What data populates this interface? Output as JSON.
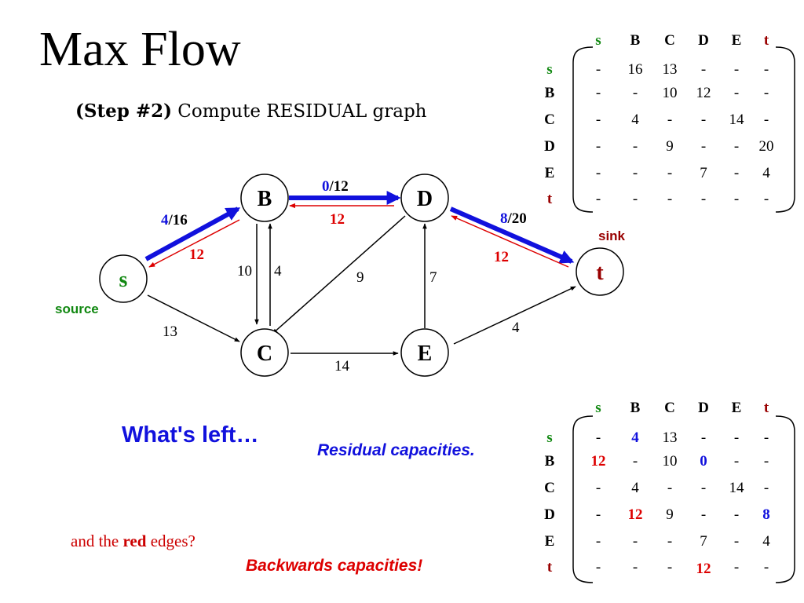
{
  "title": "Max Flow",
  "step": {
    "bold": "(Step #2)",
    "text": " Compute RESIDUAL graph"
  },
  "graph": {
    "nodes": {
      "s": "s",
      "B": "B",
      "C": "C",
      "D": "D",
      "E": "E",
      "t": "t"
    },
    "source_label": "source",
    "sink_label": "sink",
    "edge_labels": {
      "sB_flow": "4",
      "sB_cap": "/16",
      "sB_back": "12",
      "BD_flow": "0",
      "BD_cap": "/12",
      "BD_back": "12",
      "Dt_flow": "8",
      "Dt_cap": "/20",
      "Dt_back": "12",
      "BC": "10",
      "CB": "4",
      "DC": "9",
      "ED": "7",
      "sC": "13",
      "CE": "14",
      "Et": "4"
    }
  },
  "whats_left": "What's left…",
  "residual_caption": "Residual capacities.",
  "red_question": {
    "pre": "and the ",
    "bold": "red",
    "post": " edges?"
  },
  "backwards_caption": "Backwards capacities!",
  "matrix_top": {
    "headers": [
      "s",
      "B",
      "C",
      "D",
      "E",
      "t"
    ],
    "rows": [
      {
        "label": "s",
        "cells": [
          "-",
          "16",
          "13",
          "-",
          "-",
          "-"
        ]
      },
      {
        "label": "B",
        "cells": [
          "-",
          "-",
          "10",
          "12",
          "-",
          "-"
        ]
      },
      {
        "label": "C",
        "cells": [
          "-",
          "4",
          "-",
          "-",
          "14",
          "-"
        ]
      },
      {
        "label": "D",
        "cells": [
          "-",
          "-",
          "9",
          "-",
          "-",
          "20"
        ]
      },
      {
        "label": "E",
        "cells": [
          "-",
          "-",
          "-",
          "7",
          "-",
          "4"
        ]
      },
      {
        "label": "t",
        "cells": [
          "-",
          "-",
          "-",
          "-",
          "-",
          "-"
        ]
      }
    ]
  },
  "matrix_bottom": {
    "headers": [
      "s",
      "B",
      "C",
      "D",
      "E",
      "t"
    ],
    "rows": [
      {
        "label": "s",
        "cells": [
          "-",
          "4",
          "13",
          "-",
          "-",
          "-"
        ]
      },
      {
        "label": "B",
        "cells": [
          "12",
          "-",
          "10",
          "0",
          "-",
          "-"
        ]
      },
      {
        "label": "C",
        "cells": [
          "-",
          "4",
          "-",
          "-",
          "14",
          "-"
        ]
      },
      {
        "label": "D",
        "cells": [
          "-",
          "12",
          "9",
          "-",
          "-",
          "8"
        ]
      },
      {
        "label": "E",
        "cells": [
          "-",
          "-",
          "-",
          "7",
          "-",
          "4"
        ]
      },
      {
        "label": "t",
        "cells": [
          "-",
          "-",
          "-",
          "12",
          "-",
          "-"
        ]
      }
    ]
  }
}
